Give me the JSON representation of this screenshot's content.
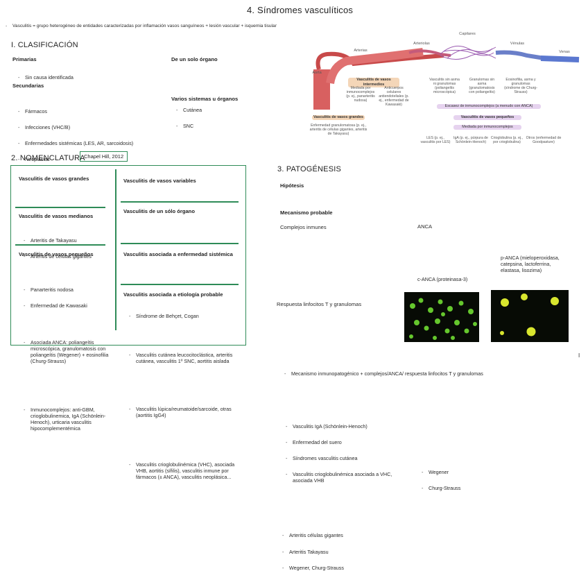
{
  "title": "4. Síndromes vasculíticos",
  "intro": "Vasculitis = grupo heterogéneo de entidades caracterizadas por inflamación vasos sanguíneos + lesión vascular + isquemia tisular",
  "clasificacion": {
    "heading": "I. CLASIFICACIÓN",
    "primarias": {
      "label": "Primarias",
      "items": [
        "Sin causa identificada"
      ]
    },
    "secundarias": {
      "label": "Secundarias",
      "items": [
        "Fármacos",
        "Infecciones (VHC/B)",
        "Enfermedades sistémicas (LES, AR, sarcoidosis)",
        "Neoplasias"
      ]
    },
    "organo": {
      "label": "De un solo órgano",
      "items": [
        "Cutánea",
        "SNC"
      ]
    },
    "varios": {
      "label": "Varios sistemas u órganos"
    }
  },
  "nomenclatura": {
    "heading": "2. NOMENCLATURA",
    "badge": "Chapel Hill, 2012",
    "grandes": {
      "label": "Vasculitis de vasos grandes",
      "items": [
        "Arteritis de Takayasu",
        "Arteritis de células gigantes"
      ]
    },
    "medianos": {
      "label": "Vasculitis de vasos medianos",
      "items": [
        "Panarteritis nodosa",
        "Enfermedad de Kawasaki"
      ]
    },
    "pequenos": {
      "label": "Vasculitis de vasos pequeños",
      "items": [
        "Asociada ANCA: poliangeítis microscópica, granulomatosis con poliangeítis (Wegener) + eosinofilia (Churg-Strauss)",
        "Inmunocomplejos: anti-GBM, crioglobulinemica, IgA (Schönlein-Henoch), urticaria vasculitis hipocomplementémica"
      ]
    },
    "variables": {
      "label": "Vasculitis de vasos variables",
      "items": [
        "Síndrome de Behçet, Cogan"
      ]
    },
    "unico": {
      "label": "Vasculitis de un sólo órgano",
      "items": [
        "Vasculitis cutánea leucocitoclástica, arteritis cutánea, vasculitis 1º SNC, aortitis aislada"
      ]
    },
    "sistemica": {
      "label": "Vasculitis asociada a enfermedad sistémica",
      "items": [
        "Vasculitis lúpica/reumatoide/sarcoide, otras (aortitis IgG4)"
      ]
    },
    "etiologia": {
      "label": "Vasculitis asociada a etiología probable",
      "items": [
        "Vasculitis crioglobulinémica (VHC), asociada VHB, aortitis (sífilis), vasculitis inmune por fármacos (± ANCA), vasculitis neoplásica..."
      ]
    }
  },
  "diagram": {
    "top_labels": [
      "Capilares",
      "Arterias",
      "Arteriolas",
      "Vénulas",
      "Venas",
      "Aorta"
    ],
    "vasos_intermedios": "Vasculitis de vasos intermedios",
    "vasos_grandes": "Vasculitis de vasos grandes",
    "vasos_pequenos": "Vasculitis de vasos pequeños",
    "escasez": "Escasez de inmunocomplejos (a menudo con ANCA)",
    "mediada": "Mediada por inmunocomplejos",
    "gran_desc": "Enfermedad granulomatosa (p. ej., arteritis de células gigantes, arteritis de Takayasu)",
    "inter_items": [
      "Mediada por inmunocomplejos (p. ej., panarteritis nudosa)",
      "Anticuerpos celulares antiendoteliales (p. ej., enfermedad de Kawasaki)"
    ],
    "anca_items": [
      "Vasculitis sin asma ni granulomas (poliangeítis microscópica)",
      "Granulomas sin asma (granulomatosis con poliangeítis)",
      "Eosinofilia, asma y granulomas (síndrome de Churg-Strauss)"
    ],
    "ic_items": [
      "LES (p. ej., vasculitis por LES)",
      "IgA (p. ej., púrpura de Schönlein-Henoch)",
      "Crioglobulina (p. ej., por crioglobulina)",
      "Otros (enfermedad de Goodpasture)"
    ]
  },
  "patogenesis": {
    "heading": "3. PATOGÉNESIS",
    "hipotesis": {
      "label": "Hipótesis",
      "items": [
        "Mecanismo inmunopatogénico + complejos/ANCA/ respuesta linfocitos T y granulomas"
      ]
    },
    "mecanismo": {
      "label": "Mecanismo probable"
    },
    "complejos": {
      "label": "Complejos inmunes",
      "items": [
        "Vasculitis IgA (Schönlein-Henoch)",
        "Enfermedad del suero",
        "Síndromes vasculitis cutánea",
        "Vasculitis crioglobulinémica asociada a VHC, asociada VHB"
      ]
    },
    "anca": {
      "label": "ANCA",
      "items": [
        "Wegener",
        "Churg-Strauss"
      ]
    },
    "linfocitos": {
      "label": "Respuesta linfocitos T y granulomas",
      "items": [
        "Arteritis células gigantes",
        "Arteritis Takayasu",
        "Wegener, Churg-Strauss"
      ]
    },
    "canca": "c-ANCA (proteinasa-3)",
    "panca": "p-ANCA (mieloperoxidasa, catepsina, lactoferrina, elastasa, lisozima)"
  },
  "page_number": "I"
}
